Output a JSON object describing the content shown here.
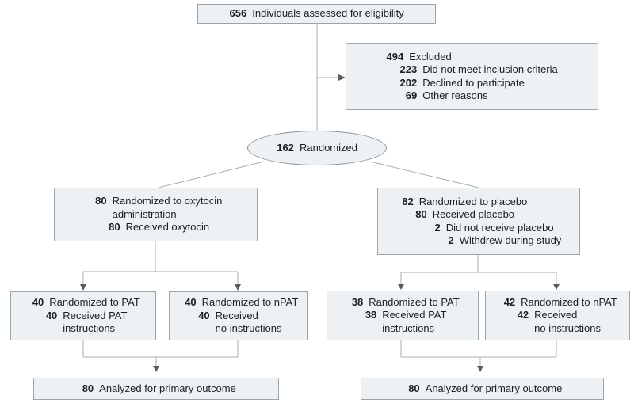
{
  "colors": {
    "box_fill": "#edf1f4",
    "box_border": "#9aa5ab",
    "ellipse_border": "#8b969c",
    "connector_line": "#a9adb0",
    "arrowhead": "#595d60",
    "text": "#1c1e20",
    "background": "#ffffff"
  },
  "nodes": {
    "eligibility": {
      "lines": [
        {
          "num": "656",
          "text": "Individuals assessed for eligibility"
        }
      ]
    },
    "excluded": {
      "lines": [
        {
          "num": "494",
          "text": "Excluded"
        },
        {
          "num": "223",
          "text": "Did not meet inclusion criteria"
        },
        {
          "num": "202",
          "text": "Declined to participate"
        },
        {
          "num": "69",
          "text": "Other reasons"
        }
      ]
    },
    "randomized": {
      "lines": [
        {
          "num": "162",
          "text": "Randomized"
        }
      ]
    },
    "oxytocin_arm": {
      "lines": [
        {
          "num": "80",
          "text": "Randomized to oxytocin\nadministration"
        },
        {
          "num": "80",
          "text": "Received oxytocin"
        }
      ]
    },
    "placebo_arm": {
      "lines": [
        {
          "num": "82",
          "text": "Randomized to placebo"
        },
        {
          "num": "80",
          "text": "Received placebo"
        },
        {
          "num": "2",
          "text": "Did not receive placebo"
        },
        {
          "num": "2",
          "text": "Withdrew during study"
        }
      ]
    },
    "oxytocin_pat": {
      "lines": [
        {
          "num": "40",
          "text": "Randomized to PAT"
        },
        {
          "num": "40",
          "text": "Received PAT\ninstructions"
        }
      ]
    },
    "oxytocin_npat": {
      "lines": [
        {
          "num": "40",
          "text": "Randomized to nPAT"
        },
        {
          "num": "40",
          "text": "Received\nno instructions"
        }
      ]
    },
    "placebo_pat": {
      "lines": [
        {
          "num": "38",
          "text": "Randomized to PAT"
        },
        {
          "num": "38",
          "text": "Received PAT\ninstructions"
        }
      ]
    },
    "placebo_npat": {
      "lines": [
        {
          "num": "42",
          "text": "Randomized to nPAT"
        },
        {
          "num": "42",
          "text": "Received\nno instructions"
        }
      ]
    },
    "oxytocin_outcome": {
      "lines": [
        {
          "num": "80",
          "text": "Analyzed for primary outcome"
        }
      ]
    },
    "placebo_outcome": {
      "lines": [
        {
          "num": "80",
          "text": "Analyzed for primary outcome"
        }
      ]
    }
  }
}
